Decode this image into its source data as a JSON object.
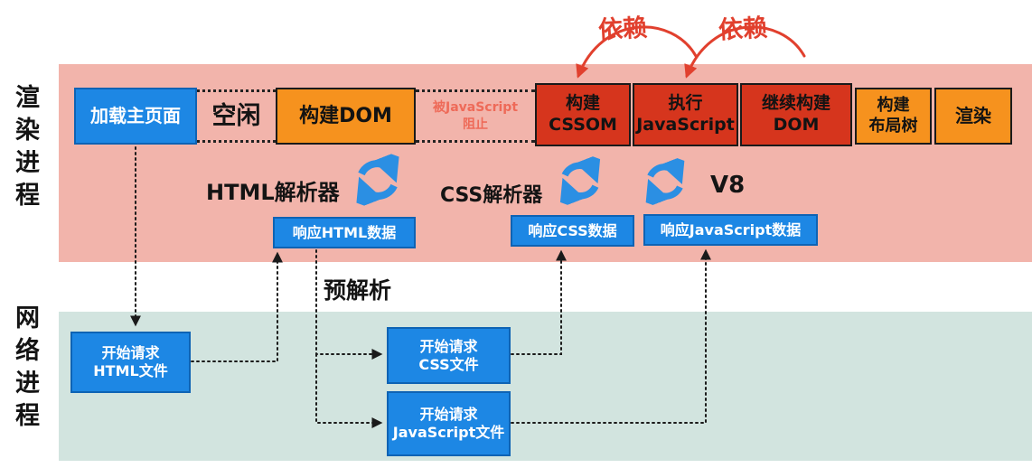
{
  "lanes": {
    "render": "渲染进程",
    "network": "网络进程"
  },
  "dependencies": {
    "label_left": "依赖",
    "label_right": "依赖"
  },
  "pipeline": {
    "load_page": "加载主页面",
    "idle": "空闲",
    "build_dom": "构建DOM",
    "blocked_by_js": "被JavaScript\n阻止",
    "build_cssom": "构建\nCSSOM",
    "execute_js": "执行\nJavaScript",
    "continue_build_dom": "继续构建\nDOM",
    "build_layout_tree": "构建\n布局树",
    "render": "渲染"
  },
  "parsers": {
    "html": "HTML解析器",
    "css": "CSS解析器",
    "v8": "V8"
  },
  "responses": {
    "html": "响应HTML数据",
    "css": "响应CSS数据",
    "js": "响应JavaScript数据"
  },
  "preparse": "预解析",
  "requests": {
    "html": "开始请求\nHTML文件",
    "css": "开始请求\nCSS文件",
    "js": "开始请求\nJavaScript文件"
  },
  "colors": {
    "render_band": "#f2b4ab",
    "network_band": "#d2e4df",
    "blue_box": "#1d87e4",
    "orange_box": "#f6921e",
    "red_box": "#d6351d",
    "dependency_red": "#e1402e",
    "loop_icon_blue": "#2b8fe3"
  }
}
